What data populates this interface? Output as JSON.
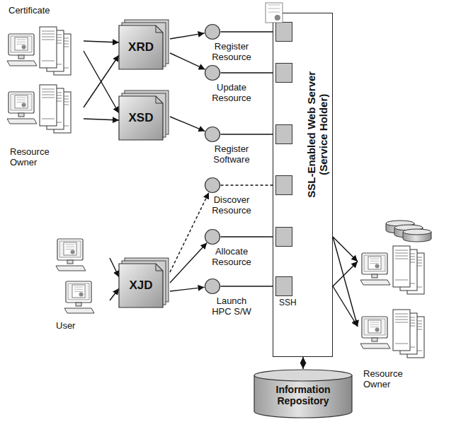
{
  "diagram": {
    "nodes": [
      {
        "text": [
          "Certificate"
        ]
      },
      {
        "text": [
          "Resource Owner"
        ]
      },
      {
        "text": [
          "XRD"
        ]
      },
      {
        "text": [
          "XSD"
        ]
      },
      {
        "text": [
          "User"
        ]
      },
      {
        "text": [
          "XJD"
        ]
      },
      {
        "text": [
          "Register Resource"
        ]
      },
      {
        "text": [
          "Update Resource"
        ]
      },
      {
        "text": [
          "Register Software"
        ]
      },
      {
        "text": [
          "Discover Resource"
        ]
      },
      {
        "text": [
          "Allocate Resource"
        ]
      },
      {
        "text": [
          "Launch HPC S/W"
        ]
      },
      {
        "text": [
          "SSL-Enabled Web Server (Service Holder)"
        ]
      },
      {
        "text": [
          "Resource Owner"
        ]
      },
      {
        "text": [
          "Information Repository"
        ]
      }
    ],
    "edges": [
      {
        "from": 0,
        "to": 2,
        "arrow": "to"
      },
      {
        "from": 0,
        "to": 3,
        "arrow": "to"
      },
      {
        "from": 1,
        "to": 2,
        "arrow": "to"
      },
      {
        "from": 1,
        "to": 3,
        "arrow": "to"
      },
      {
        "from": 2,
        "to": 6,
        "arrow": "to"
      },
      {
        "from": 2,
        "to": 7,
        "arrow": "to"
      },
      {
        "from": 3,
        "to": 8,
        "arrow": "to"
      },
      {
        "from": 4,
        "to": 5,
        "arrow": "to"
      },
      {
        "from": 4,
        "to": 5,
        "arrow": "to"
      },
      {
        "from": 5,
        "to": 9,
        "arrow": "to"
      },
      {
        "from": 5,
        "to": 10,
        "arrow": "to"
      },
      {
        "from": 5,
        "to": 11,
        "arrow": "to"
      },
      {
        "from": 6,
        "to": 12,
        "arrow": "none"
      },
      {
        "from": 7,
        "to": 12,
        "arrow": "none"
      },
      {
        "from": 8,
        "to": 12,
        "arrow": "none"
      },
      {
        "from": 9,
        "to": 12,
        "arrow": "none"
      },
      {
        "from": 10,
        "to": 12,
        "arrow": "none"
      },
      {
        "from": 11,
        "to": 12,
        "arrow": "none"
      },
      {
        "from": 12,
        "to": 13,
        "arrow": "to"
      },
      {
        "from": 12,
        "to": 13,
        "arrow": "to"
      },
      {
        "from": 12,
        "to": 13,
        "arrow": "to"
      },
      {
        "from": 12,
        "to": 13,
        "arrow": "to"
      },
      {
        "from": 12,
        "to": 14,
        "arrow": "both"
      }
    ],
    "labels": [
      "SSH"
    ]
  }
}
